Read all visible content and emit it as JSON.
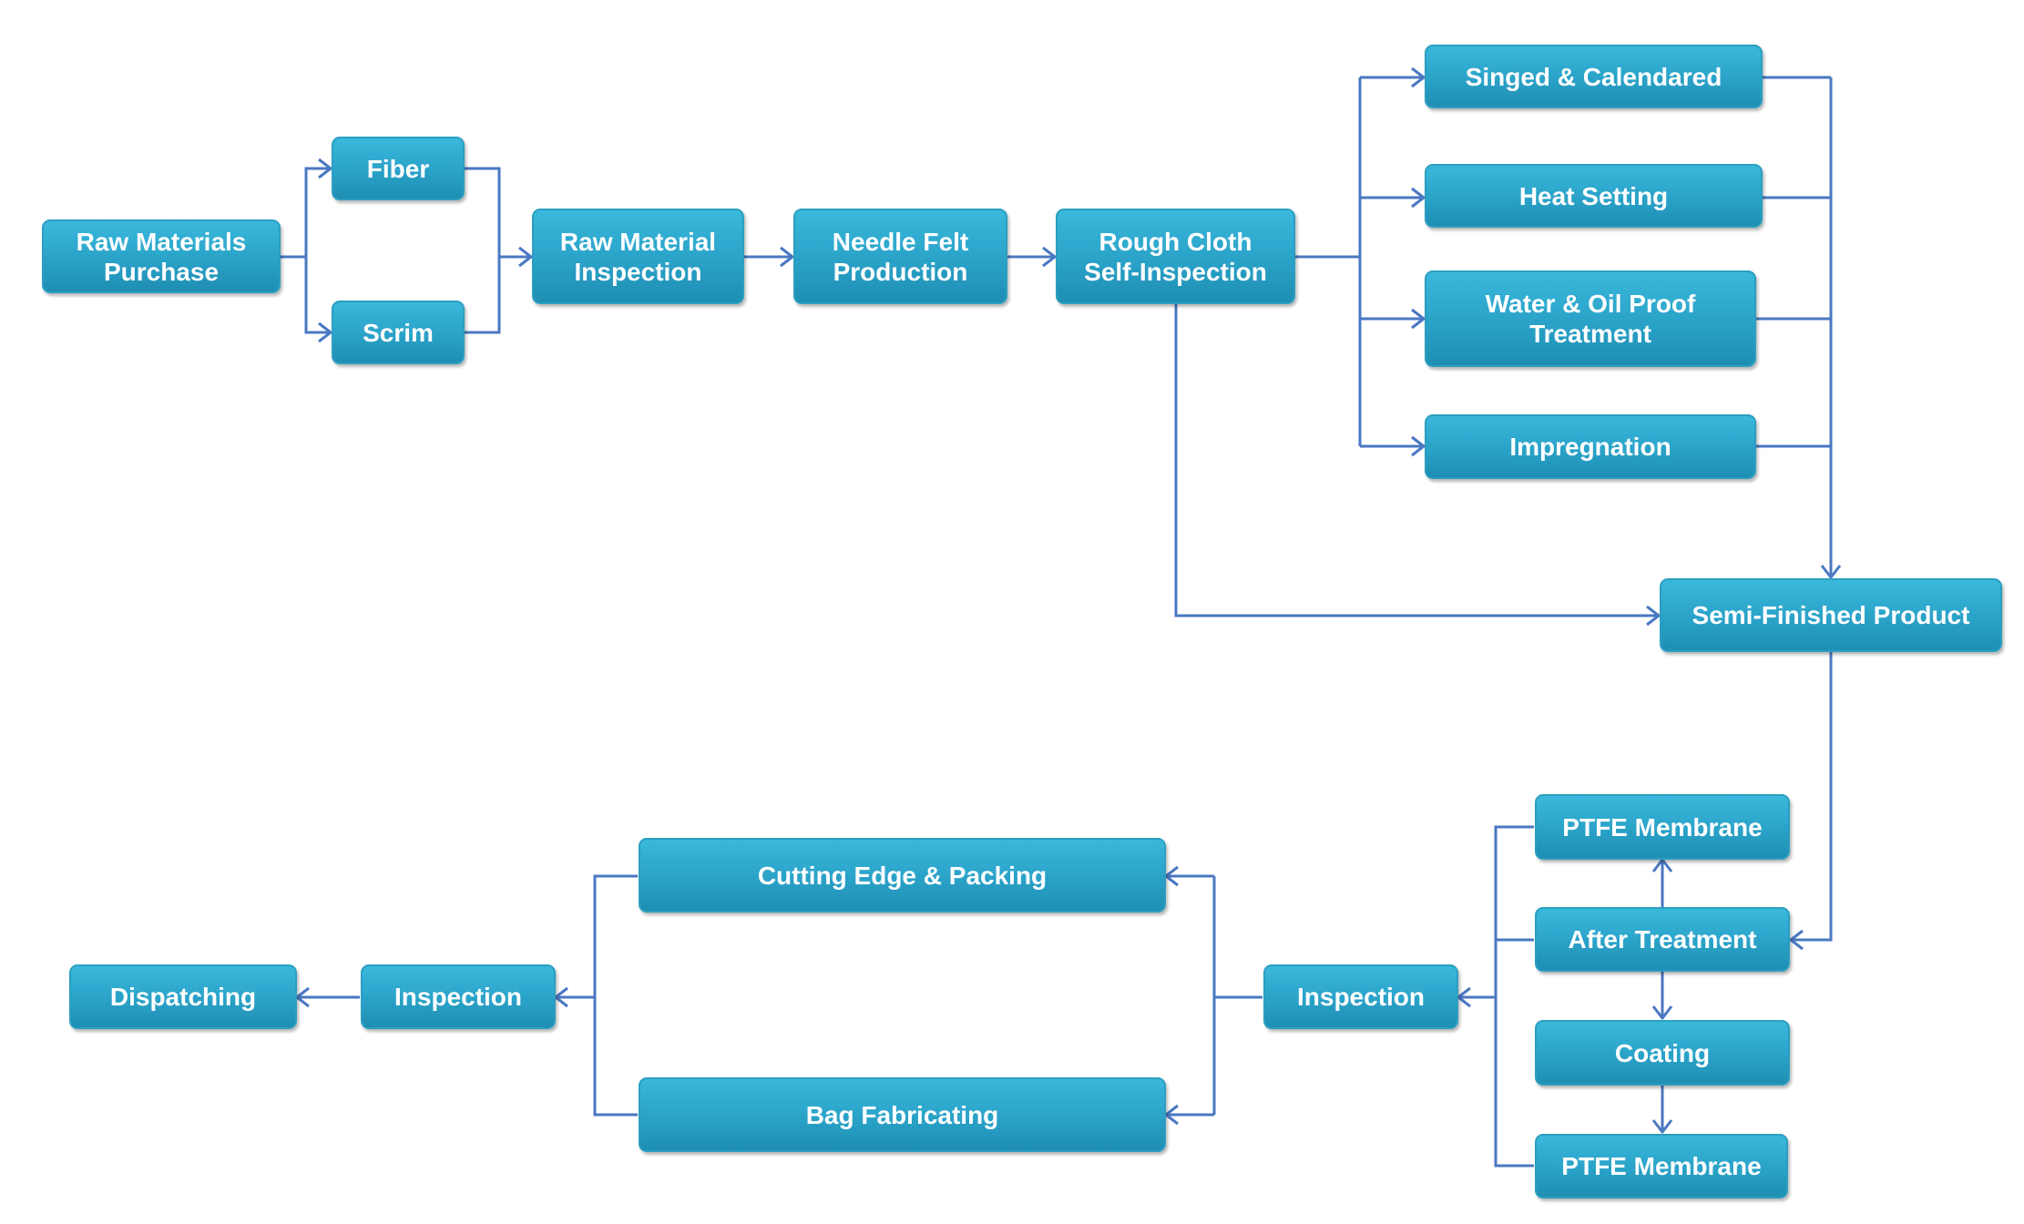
{
  "nodes": {
    "raw_materials_purchase": "Raw Materials\nPurchase",
    "fiber": "Fiber",
    "scrim": "Scrim",
    "raw_material_inspection": "Raw Material\nInspection",
    "needle_felt_production": "Needle Felt\nProduction",
    "rough_cloth_self_inspection": "Rough Cloth\nSelf-Inspection",
    "singed_calendared": "Singed & Calendared",
    "heat_setting": "Heat Setting",
    "water_oil_proof": "Water & Oil Proof\nTreatment",
    "impregnation": "Impregnation",
    "semi_finished_product": "Semi-Finished Product",
    "ptfe_membrane_top": "PTFE Membrane",
    "after_treatment": "After Treatment",
    "coating": "Coating",
    "ptfe_membrane_bottom": "PTFE Membrane",
    "inspection_right": "Inspection",
    "cutting_edge_packing": "Cutting Edge & Packing",
    "bag_fabricating": "Bag Fabricating",
    "inspection_left": "Inspection",
    "dispatching": "Dispatching"
  },
  "colors": {
    "node_fill": "#2aa2c8",
    "node_border": "#2b9fc0",
    "connector": "#4a78c2",
    "text": "#ffffff"
  }
}
